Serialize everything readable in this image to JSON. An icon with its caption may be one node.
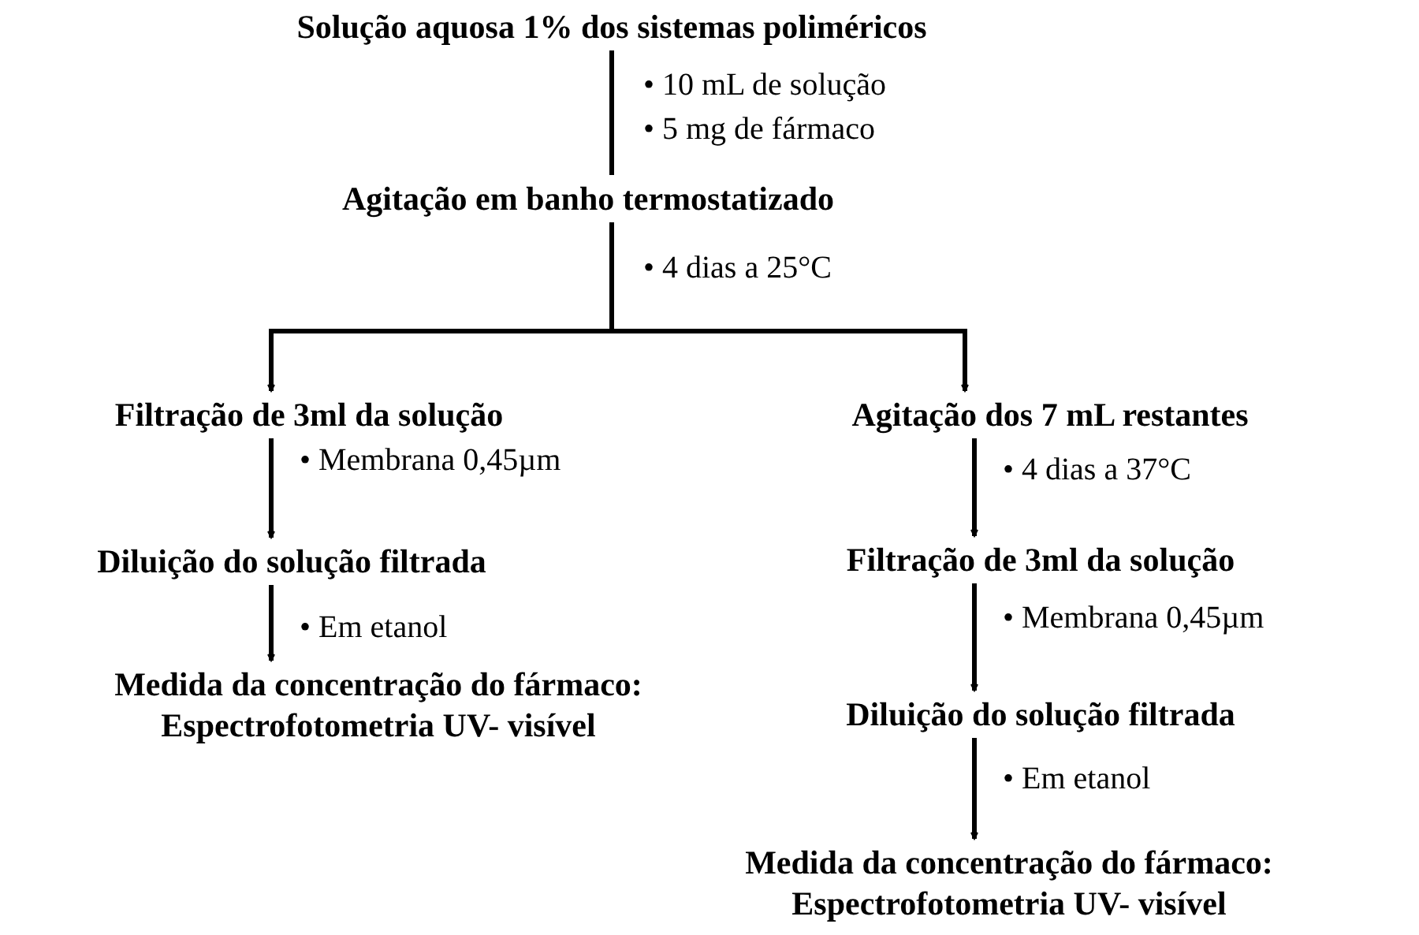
{
  "diagram": {
    "nodes": [
      {
        "text": [
          "Solução aquosa 1% dos sistemas poliméricos"
        ]
      },
      {
        "text": [
          "Agitação em banho termostatizado"
        ]
      },
      {
        "text": [
          "Filtração de 3ml da solução"
        ]
      },
      {
        "text": [
          "Agitação dos 7 mL restantes"
        ]
      },
      {
        "text": [
          "Diluição do solução filtrada"
        ]
      },
      {
        "text": [
          "Medida da concentração do fármaco: Espectrofotometria UV- visível"
        ]
      },
      {
        "text": [
          "Filtração de 3ml da solução"
        ]
      },
      {
        "text": [
          "Diluição do solução filtrada"
        ]
      },
      {
        "text": [
          "Medida da concentração do fármaco: Espectrofotometria UV- visível"
        ]
      }
    ],
    "edges": [
      {
        "from": 0,
        "to": 1,
        "arrow": "none"
      },
      {
        "from": 1,
        "to": 2,
        "arrow": "to"
      },
      {
        "from": 1,
        "to": 3,
        "arrow": "to"
      },
      {
        "from": 2,
        "to": 4,
        "arrow": "to"
      },
      {
        "from": 4,
        "to": 5,
        "arrow": "to"
      },
      {
        "from": 3,
        "to": 6,
        "arrow": "to"
      },
      {
        "from": 6,
        "to": 7,
        "arrow": "to"
      },
      {
        "from": 7,
        "to": 8,
        "arrow": "to"
      }
    ],
    "labels": [
      "• 10 mL de solução",
      "• 5 mg de fármaco",
      "• 4 dias a 25°C",
      "• Membrana 0,45µm",
      "• Em etanol",
      "• 4 dias a 37°C",
      "• Membrana 0,45µm",
      "• Em etanol"
    ]
  }
}
